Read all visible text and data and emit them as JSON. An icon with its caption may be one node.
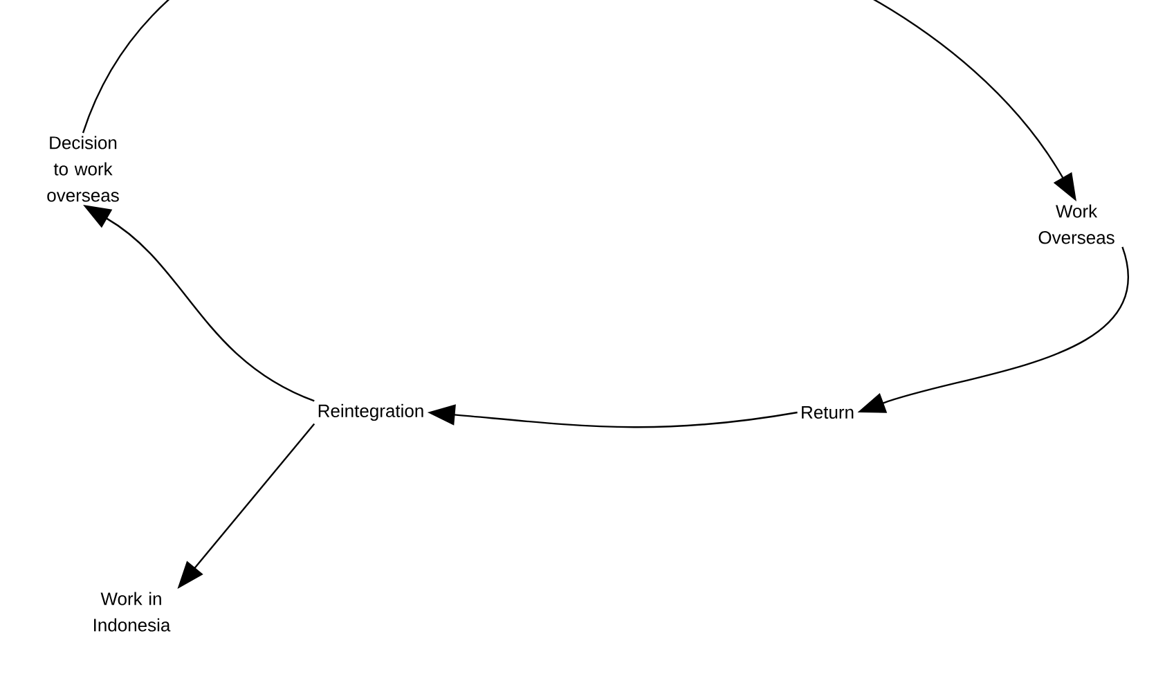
{
  "diagram": {
    "nodes": [
      {
        "text": [
          "Decision to work overseas"
        ]
      },
      {
        "text": [
          "Work Overseas"
        ]
      },
      {
        "text": [
          "Return"
        ]
      },
      {
        "text": [
          "Reintegration"
        ]
      },
      {
        "text": [
          "Work in Indonesia"
        ]
      }
    ],
    "edges": [
      {
        "from": 0,
        "to": 1,
        "arrow": "to"
      },
      {
        "from": 1,
        "to": 2,
        "arrow": "to"
      },
      {
        "from": 2,
        "to": 3,
        "arrow": "to"
      },
      {
        "from": 3,
        "to": 0,
        "arrow": "to"
      },
      {
        "from": 3,
        "to": 4,
        "arrow": "to"
      }
    ]
  }
}
